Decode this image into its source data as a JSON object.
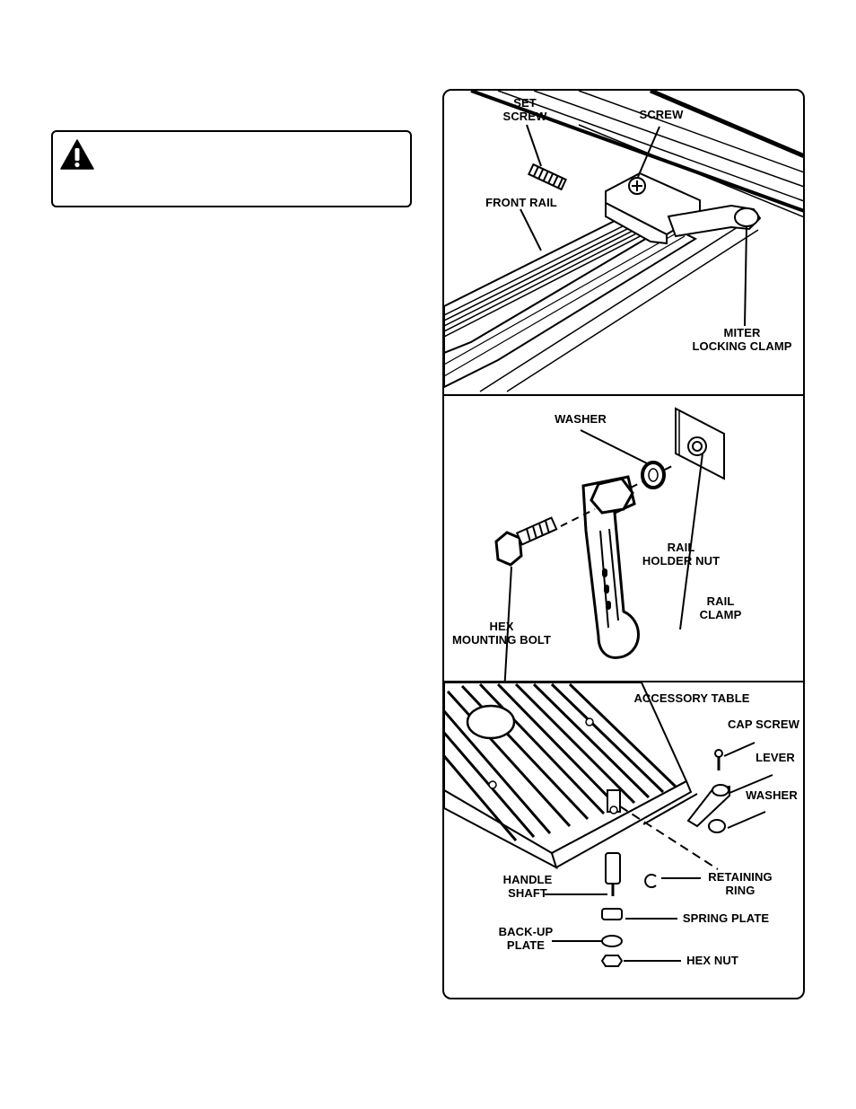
{
  "warning": {
    "icon": "warning-triangle-icon"
  },
  "figure1": {
    "labels": {
      "set_screw": [
        "SET",
        "SCREW"
      ],
      "screw": "SCREW",
      "front_rail": "FRONT RAIL",
      "miter_locking_clamp": [
        "MITER",
        "LOCKING CLAMP"
      ]
    }
  },
  "figure2": {
    "labels": {
      "washer": "WASHER",
      "rail_holder_nut": [
        "RAIL",
        "HOLDER NUT"
      ],
      "rail_clamp": [
        "RAIL",
        "CLAMP"
      ],
      "hex_mounting_bolt": [
        "HEX",
        "MOUNTING BOLT"
      ]
    }
  },
  "figure3": {
    "labels": {
      "accessory_table": "ACCESSORY TABLE",
      "cap_screw": "CAP SCREW",
      "lever": "LEVER",
      "washer": "WASHER",
      "handle_shaft": [
        "HANDLE",
        "SHAFT"
      ],
      "retaining_ring": [
        "RETAINING",
        "RING"
      ],
      "spring_plate": "SPRING PLATE",
      "back_up_plate": [
        "BACK-UP",
        "PLATE"
      ],
      "hex_nut": "HEX NUT"
    }
  }
}
